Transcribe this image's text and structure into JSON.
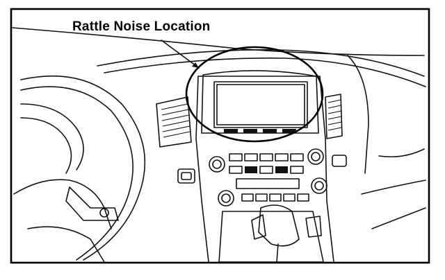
{
  "callout": {
    "label": "Rattle Noise Location"
  },
  "colors": {
    "line": "#111111",
    "background": "#ffffff"
  },
  "icons": [
    "dashboard-illustration",
    "callout-circle",
    "leader-arrow"
  ]
}
